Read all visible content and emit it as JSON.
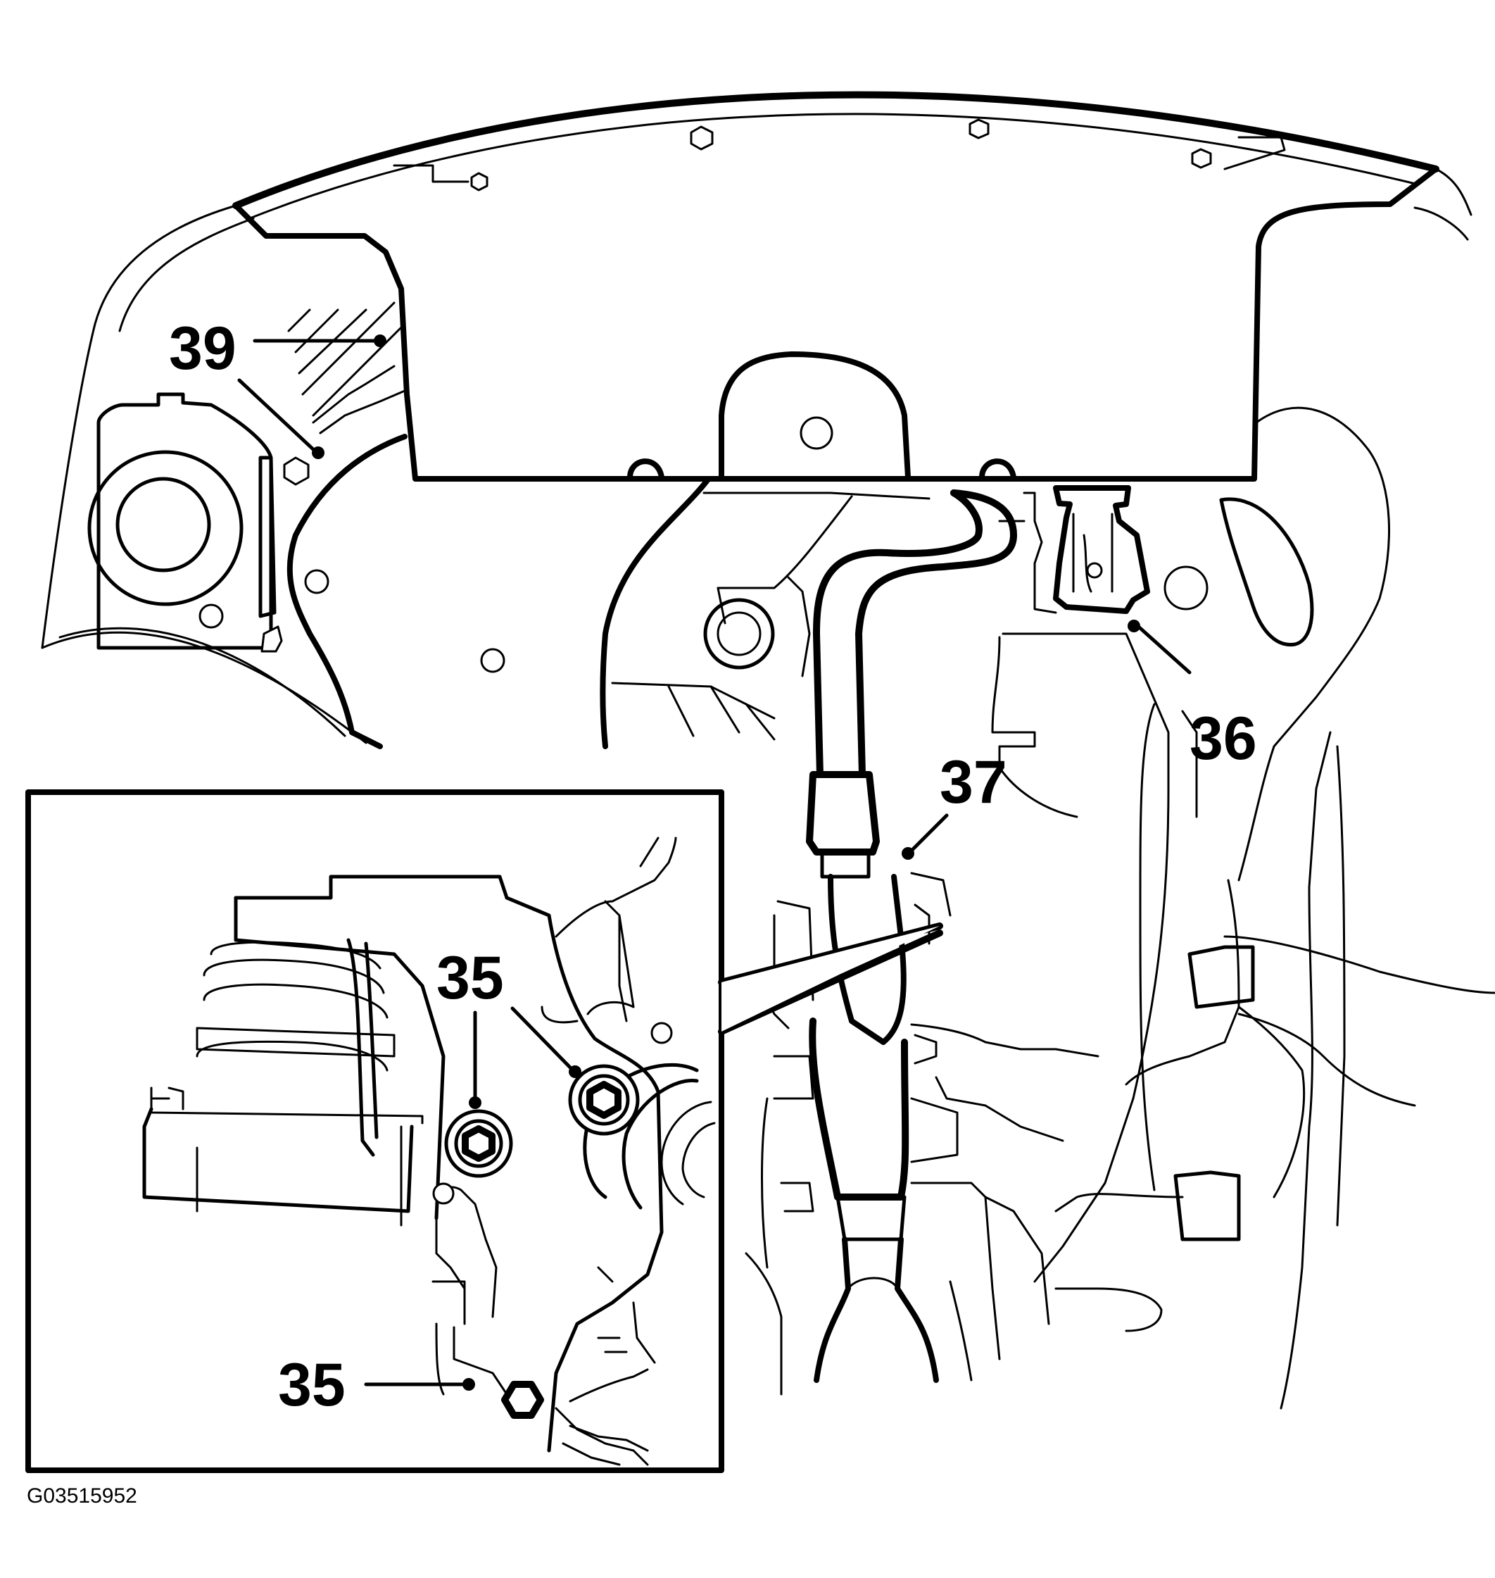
{
  "callouts": {
    "c39": "39",
    "c36": "36",
    "c37": "37",
    "c35_upper": "35",
    "c35_lower": "35"
  },
  "figure_id": "G03515952"
}
